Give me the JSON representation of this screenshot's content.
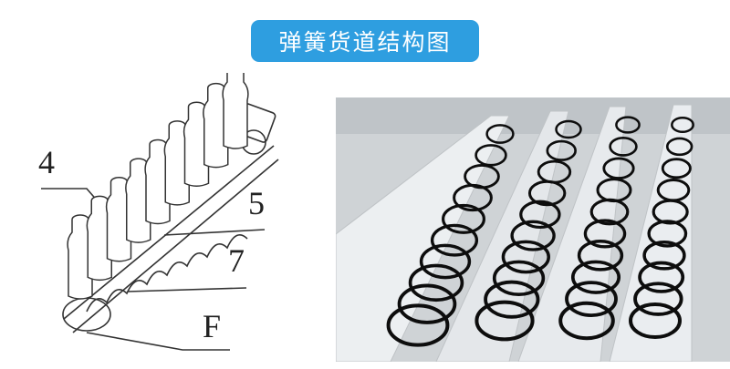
{
  "header": {
    "title": "弹簧货道结构图"
  },
  "diagram": {
    "callouts": [
      "4",
      "5",
      "7",
      "F"
    ],
    "bottle_count": 9
  },
  "photo": {
    "spring_count": 4,
    "colors": {
      "panel": "#e9ecef",
      "spring": "#0d0d0d",
      "background": "#cfd3d6"
    }
  }
}
